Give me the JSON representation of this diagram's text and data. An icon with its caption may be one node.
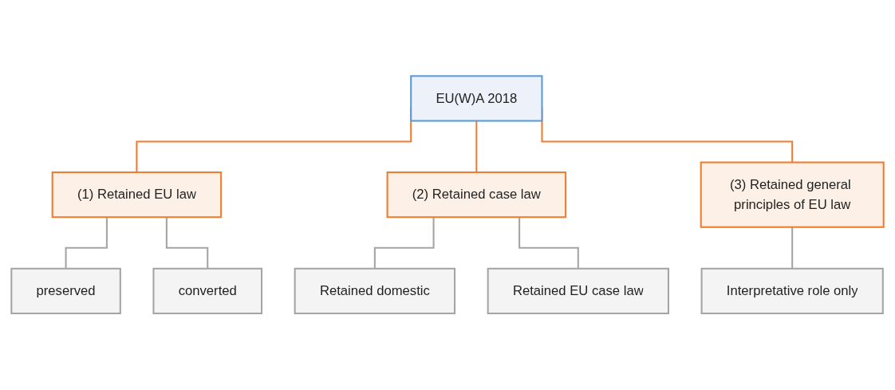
{
  "diagram": {
    "nodes": [
      {
        "text": [
          "EU(W)A 2018"
        ]
      },
      {
        "text": [
          "(1) Retained EU law"
        ]
      },
      {
        "text": [
          "(2) Retained case law"
        ]
      },
      {
        "text": [
          "(3) Retained general principles of EU law"
        ]
      },
      {
        "text": [
          "preserved"
        ]
      },
      {
        "text": [
          "converted"
        ]
      },
      {
        "text": [
          "Retained domestic"
        ]
      },
      {
        "text": [
          "Retained EU case law"
        ]
      },
      {
        "text": [
          "Interpretative role only"
        ]
      }
    ],
    "edges": [
      {
        "from": 0,
        "to": 1,
        "arrow": "none",
        "color": "#ed7d31"
      },
      {
        "from": 0,
        "to": 2,
        "arrow": "none",
        "color": "#ed7d31"
      },
      {
        "from": 0,
        "to": 3,
        "arrow": "none",
        "color": "#ed7d31"
      },
      {
        "from": 1,
        "to": 4,
        "arrow": "none"
      },
      {
        "from": 1,
        "to": 5,
        "arrow": "none"
      },
      {
        "from": 2,
        "to": 6,
        "arrow": "none"
      },
      {
        "from": 2,
        "to": 7,
        "arrow": "none"
      },
      {
        "from": 3,
        "to": 8,
        "arrow": "none"
      }
    ]
  }
}
